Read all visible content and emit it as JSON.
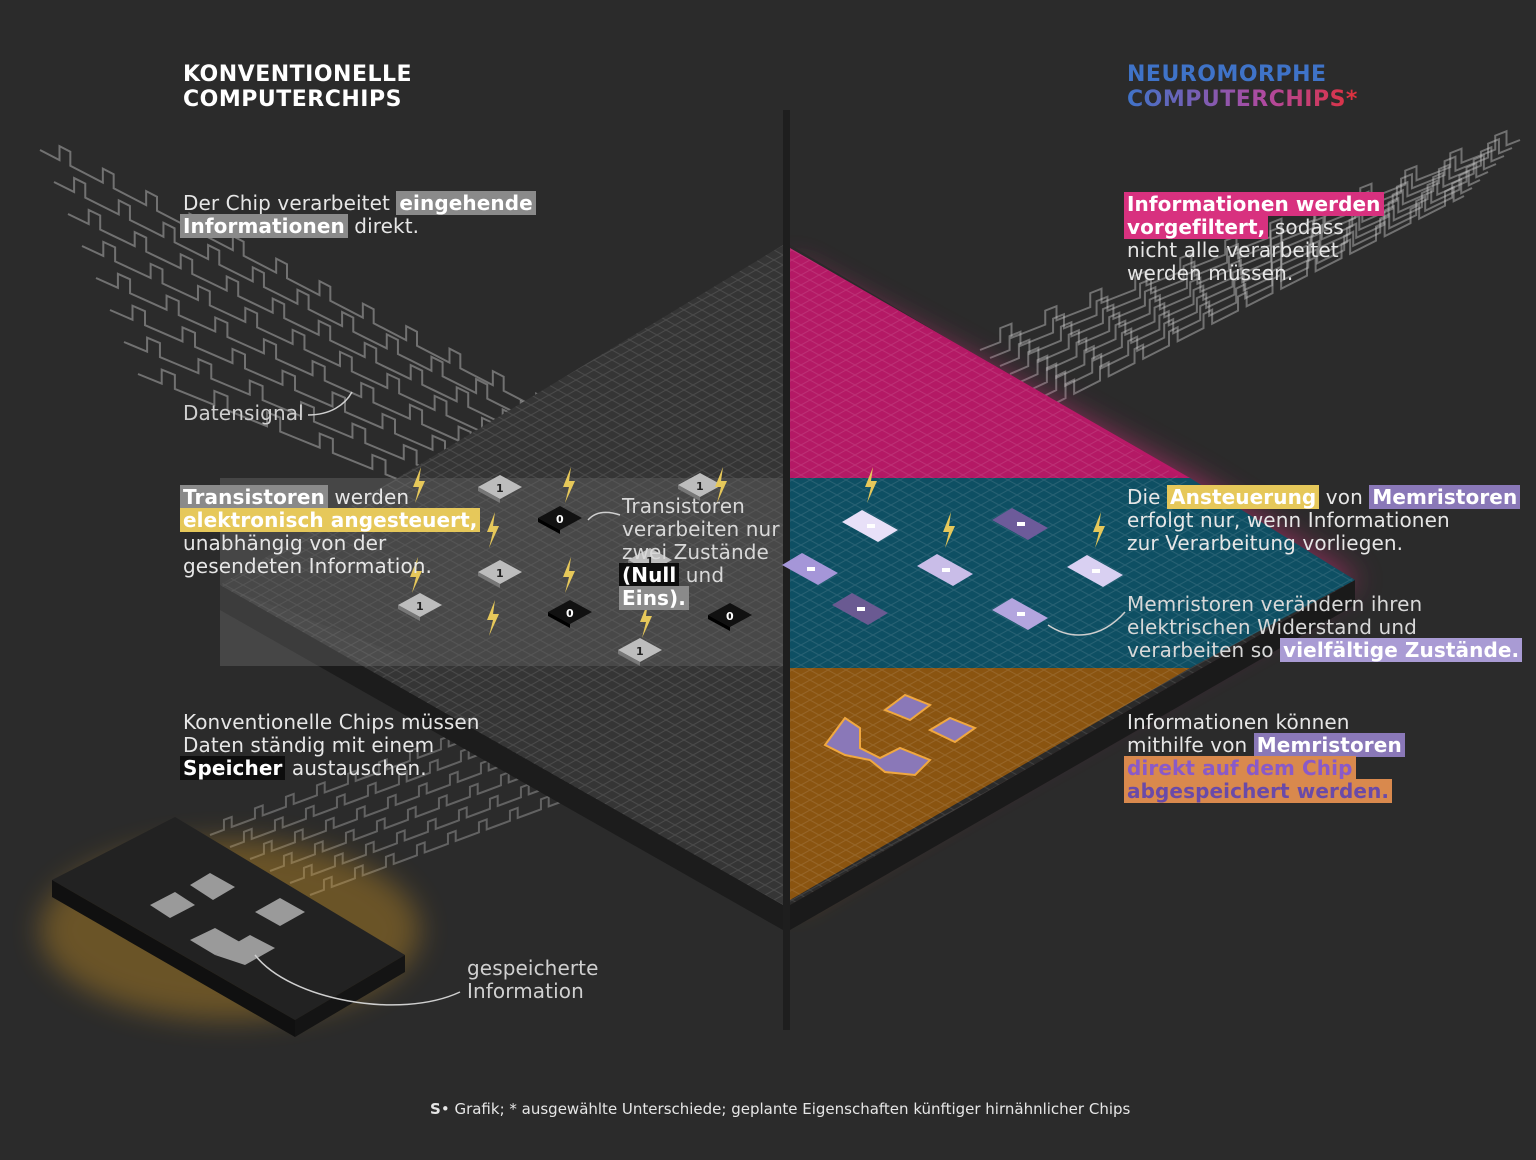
{
  "left_title": [
    "KONVENTIONELLE",
    "COMPUTERCHIPS"
  ],
  "right_title": [
    "NEUROMORPHE",
    "COMPUTERCHIPS*"
  ],
  "left": {
    "input": {
      "pre": "Der Chip verarbeitet",
      "hl1": "eingehende",
      "hl2": "Informationen",
      "post": " direkt."
    },
    "signal_label": "Datensignal",
    "transistor": {
      "hl1": "Transistoren",
      "mid": " werden",
      "hl2": "elektronisch angesteuert,",
      "line3": "unabhängig von der",
      "line4": "gesendeten Information."
    },
    "states": {
      "l1": "Transistoren",
      "l2": "verarbeiten nur",
      "l3": "zwei Zustände",
      "hl1": "(Null",
      "mid": " und",
      "hl2": "Eins)."
    },
    "memory": {
      "l1": "Konventionelle Chips müssen",
      "l2": "Daten ständig mit einem",
      "hl": "Speicher",
      "post": " austauschen."
    },
    "stored": {
      "l1": "gespeicherte",
      "l2": "Information"
    }
  },
  "right": {
    "filter": {
      "hl1": "Informationen werden",
      "hl2": "vorgefiltert,",
      "post": " sodass",
      "l3": "nicht alle verarbeitet",
      "l4": "werden müssen."
    },
    "control": {
      "pre": "Die ",
      "hl1": "Ansteuerung",
      "mid": " von ",
      "hl2": "Memristoren",
      "l2": "erfolgt nur, wenn Informationen",
      "l3": "zur Verarbeitung vorliegen."
    },
    "resist": {
      "l1": "Memristoren verändern ihren",
      "l2": "elektrischen Widerstand und",
      "pre3": "verarbeiten so ",
      "hl": "vielfältige Zustände."
    },
    "store": {
      "l1": "Informationen können",
      "pre2": "mithilfe von ",
      "hl1": "Memristoren",
      "hl2": "direkt auf dem Chip",
      "hl3": "abgespeichert werden."
    }
  },
  "footer": {
    "logo": "S",
    "text": "Grafik; * ausgewählte Unterschiede; geplante Eigenschaften künftiger hirnähnlicher Chips"
  },
  "transistor_states": [
    "1",
    "0",
    "1",
    "1",
    "0",
    "1",
    "0",
    "1",
    "1"
  ],
  "colors": {
    "background": "#2b2b2b",
    "pink": "#d8317f",
    "teal": "#0e4f63",
    "amber": "#c07a1e",
    "lilac": "#8a78b8",
    "yellow": "#e6c85a"
  }
}
